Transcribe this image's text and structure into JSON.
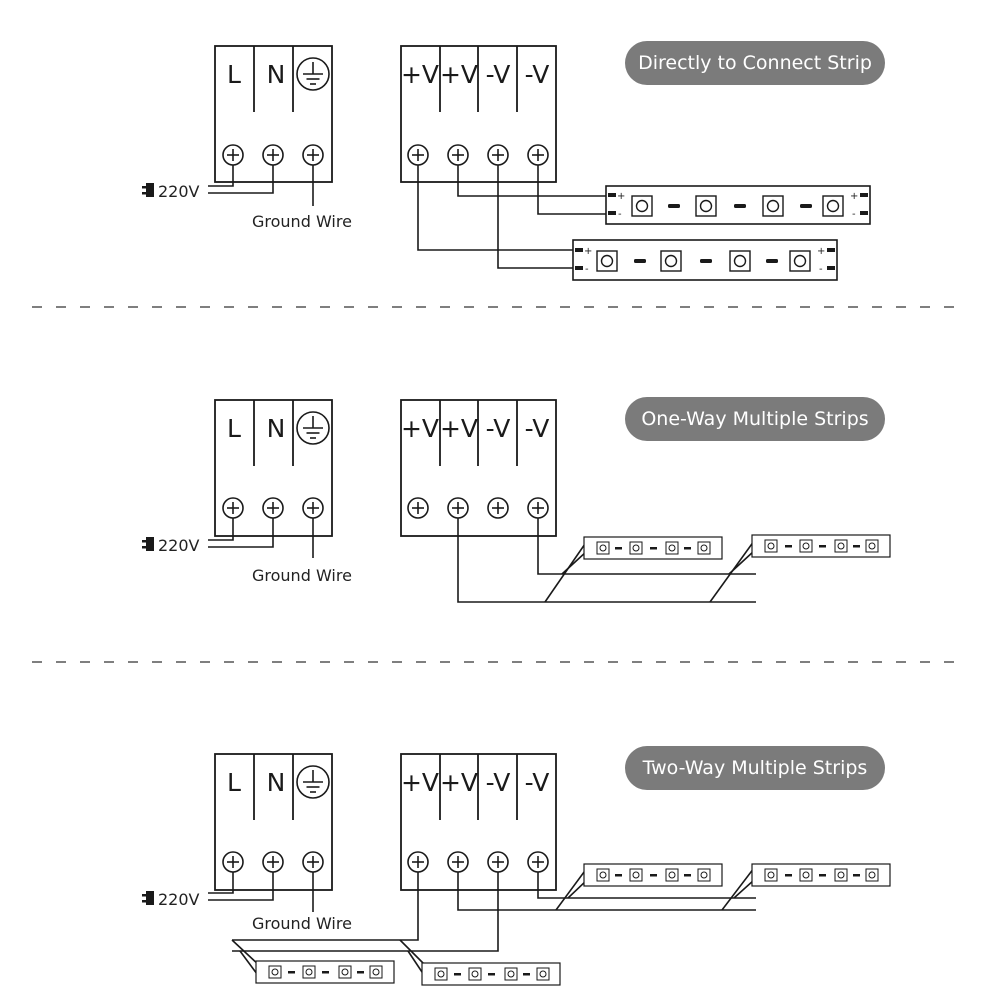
{
  "sections": [
    {
      "title": "Directly to Connect Strip",
      "mains_terminals": [
        "L",
        "N"
      ],
      "psu_terminals": [
        "+V",
        "+V",
        "-V",
        "-V"
      ],
      "voltage_label": "220V",
      "ground_label": "Ground Wire"
    },
    {
      "title": "One-Way Multiple Strips",
      "mains_terminals": [
        "L",
        "N"
      ],
      "psu_terminals": [
        "+V",
        "+V",
        "-V",
        "-V"
      ],
      "voltage_label": "220V",
      "ground_label": "Ground Wire"
    },
    {
      "title": "Two-Way Multiple Strips",
      "mains_terminals": [
        "L",
        "N"
      ],
      "psu_terminals": [
        "+V",
        "+V",
        "-V",
        "-V"
      ],
      "voltage_label": "220V",
      "ground_label": "Ground Wire"
    }
  ],
  "strip_polarity": {
    "plus": "+",
    "minus": "-"
  },
  "icons": {
    "ground": "ground-symbol-icon",
    "screw": "screw-terminal-icon",
    "plug": "plug-icon"
  },
  "colors": {
    "line": "#1a1a1a",
    "pill": "#7b7b7b",
    "divider": "#555555"
  }
}
